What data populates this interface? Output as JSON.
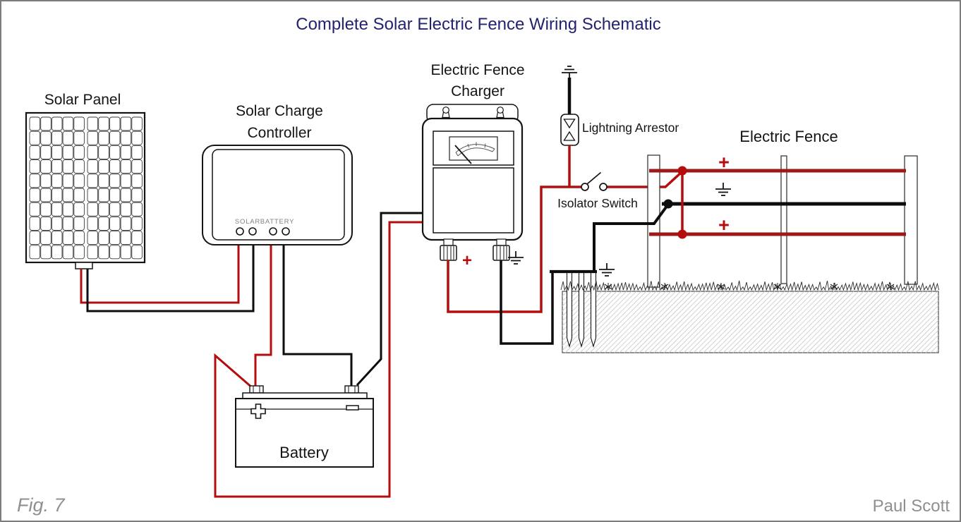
{
  "title": "Complete Solar Electric Fence Wiring Schematic",
  "figure_label": "Fig. 7",
  "credit": "Paul Scott",
  "colors": {
    "title_text": "#232270",
    "positive_wire_red": "#b50d0d",
    "fence_wire_red": "#9c1a1a",
    "ground_wire_black": "#0d0d0d",
    "muted_text_gray": "#8f8f8f"
  },
  "components": {
    "solar_panel": {
      "label": "Solar Panel"
    },
    "charge_controller": {
      "label_line1": "Solar Charge",
      "label_line2": "Controller",
      "indicators": [
        "SOLAR",
        "BATTERY"
      ]
    },
    "battery": {
      "label": "Battery",
      "plus": "+",
      "minus": "−"
    },
    "fence_charger": {
      "label_line1": "Electric Fence",
      "label_line2": "Charger",
      "plus_terminal": "+"
    },
    "lightning_arrestor": {
      "label": "Lightning Arrestor"
    },
    "isolator_switch": {
      "label": "Isolator Switch"
    },
    "electric_fence": {
      "label": "Electric Fence",
      "top_wire_symbol": "+",
      "bottom_wire_symbol": "+"
    }
  }
}
